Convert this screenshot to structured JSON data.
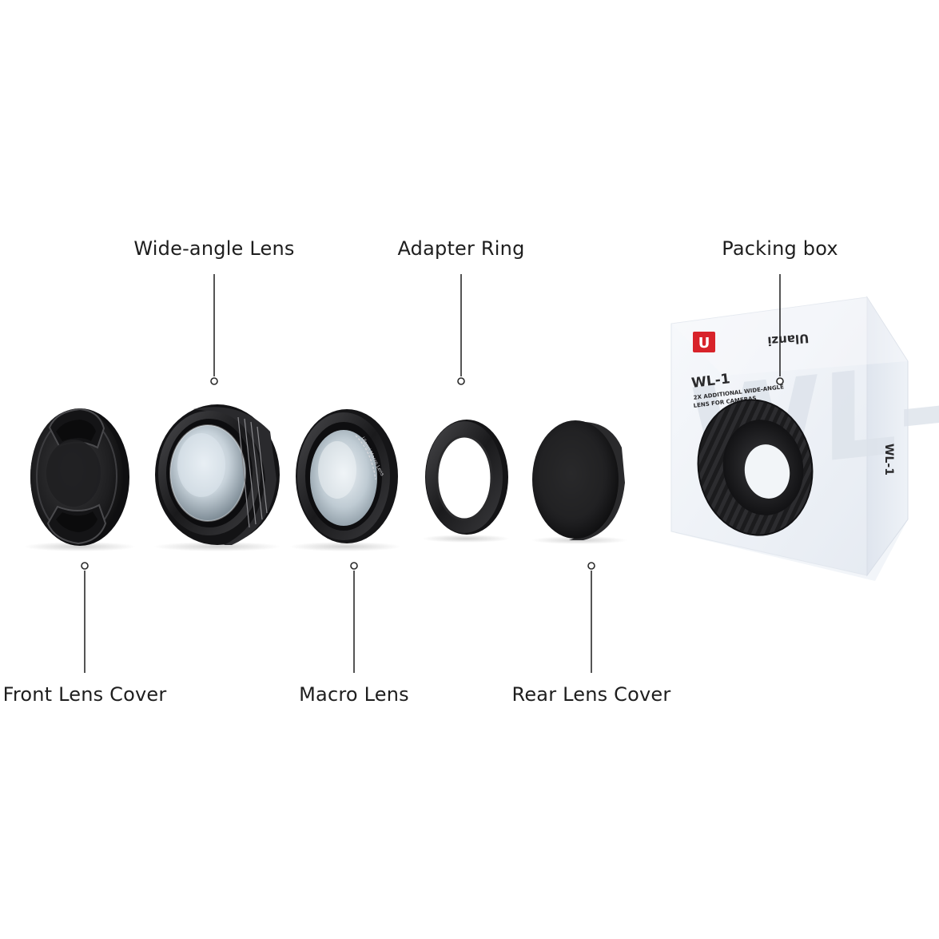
{
  "labels": {
    "wide_angle_lens": "Wide-angle Lens",
    "adapter_ring": "Adapter Ring",
    "packing_box": "Packing box",
    "front_lens_cover": "Front Lens Cover",
    "macro_lens": "Macro Lens",
    "rear_lens_cover": "Rear Lens Cover"
  },
  "box_print": {
    "brand": "Ulanzi",
    "model": "WL-1",
    "description_line1": "2X ADDITIONAL WIDE-ANGLE",
    "description_line2": "LENS FOR CAMERAS",
    "side_model": "WL-1",
    "logo_letter": "U"
  },
  "lens_print": {
    "macro_ring_text": "Ulanzi Macro Lens"
  },
  "colors": {
    "background": "#ffffff",
    "text": "#1e1e1e",
    "leader_line": "#2a2a2a",
    "lens_black": "#1c1c1e",
    "box_white": "#f4f6fa",
    "brand_red": "#d8232a"
  }
}
